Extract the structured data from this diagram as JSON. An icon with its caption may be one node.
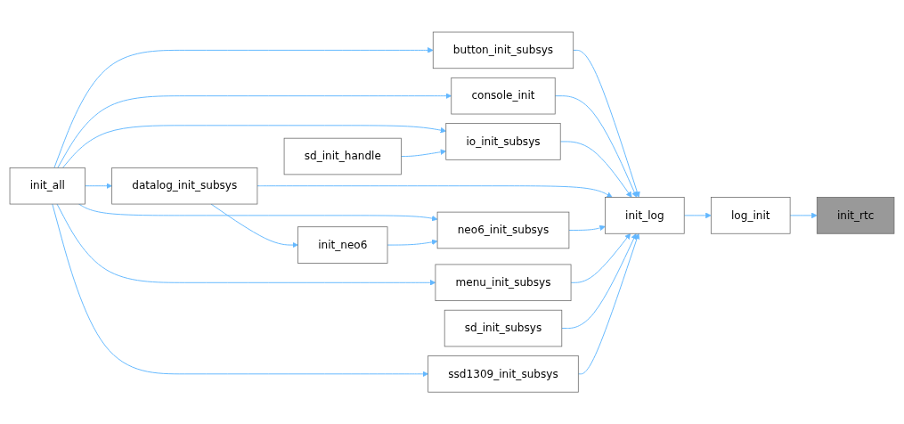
{
  "diagram": {
    "nodes": [
      {
        "text": [
          "init_all"
        ]
      },
      {
        "text": [
          "button_init_subsys"
        ]
      },
      {
        "text": [
          "console_init"
        ]
      },
      {
        "text": [
          "sd_init_handle"
        ]
      },
      {
        "text": [
          "io_init_subsys"
        ]
      },
      {
        "text": [
          "datalog_init_subsys"
        ]
      },
      {
        "text": [
          "init_neo6"
        ]
      },
      {
        "text": [
          "neo6_init_subsys"
        ]
      },
      {
        "text": [
          "menu_init_subsys"
        ]
      },
      {
        "text": [
          "sd_init_subsys"
        ]
      },
      {
        "text": [
          "ssd1309_init_subsys"
        ]
      },
      {
        "text": [
          "init_log"
        ]
      },
      {
        "text": [
          "log_init"
        ]
      },
      {
        "text": [
          "init_rtc"
        ]
      }
    ],
    "edges": [
      {
        "from": 0,
        "to": 1,
        "arrow": "to"
      },
      {
        "from": 0,
        "to": 2,
        "arrow": "to"
      },
      {
        "from": 0,
        "to": 4,
        "arrow": "to"
      },
      {
        "from": 0,
        "to": 5,
        "arrow": "to"
      },
      {
        "from": 0,
        "to": 7,
        "arrow": "to"
      },
      {
        "from": 0,
        "to": 8,
        "arrow": "to"
      },
      {
        "from": 0,
        "to": 10,
        "arrow": "to"
      },
      {
        "from": 3,
        "to": 4,
        "arrow": "to"
      },
      {
        "from": 5,
        "to": 6,
        "arrow": "to"
      },
      {
        "from": 6,
        "to": 7,
        "arrow": "to"
      },
      {
        "from": 1,
        "to": 11,
        "arrow": "to"
      },
      {
        "from": 2,
        "to": 11,
        "arrow": "to"
      },
      {
        "from": 4,
        "to": 11,
        "arrow": "to"
      },
      {
        "from": 5,
        "to": 11,
        "arrow": "to"
      },
      {
        "from": 7,
        "to": 11,
        "arrow": "to"
      },
      {
        "from": 8,
        "to": 11,
        "arrow": "to"
      },
      {
        "from": 9,
        "to": 11,
        "arrow": "to"
      },
      {
        "from": 10,
        "to": 11,
        "arrow": "to"
      },
      {
        "from": 11,
        "to": 12,
        "arrow": "to"
      },
      {
        "from": 12,
        "to": 13,
        "arrow": "to"
      }
    ]
  }
}
